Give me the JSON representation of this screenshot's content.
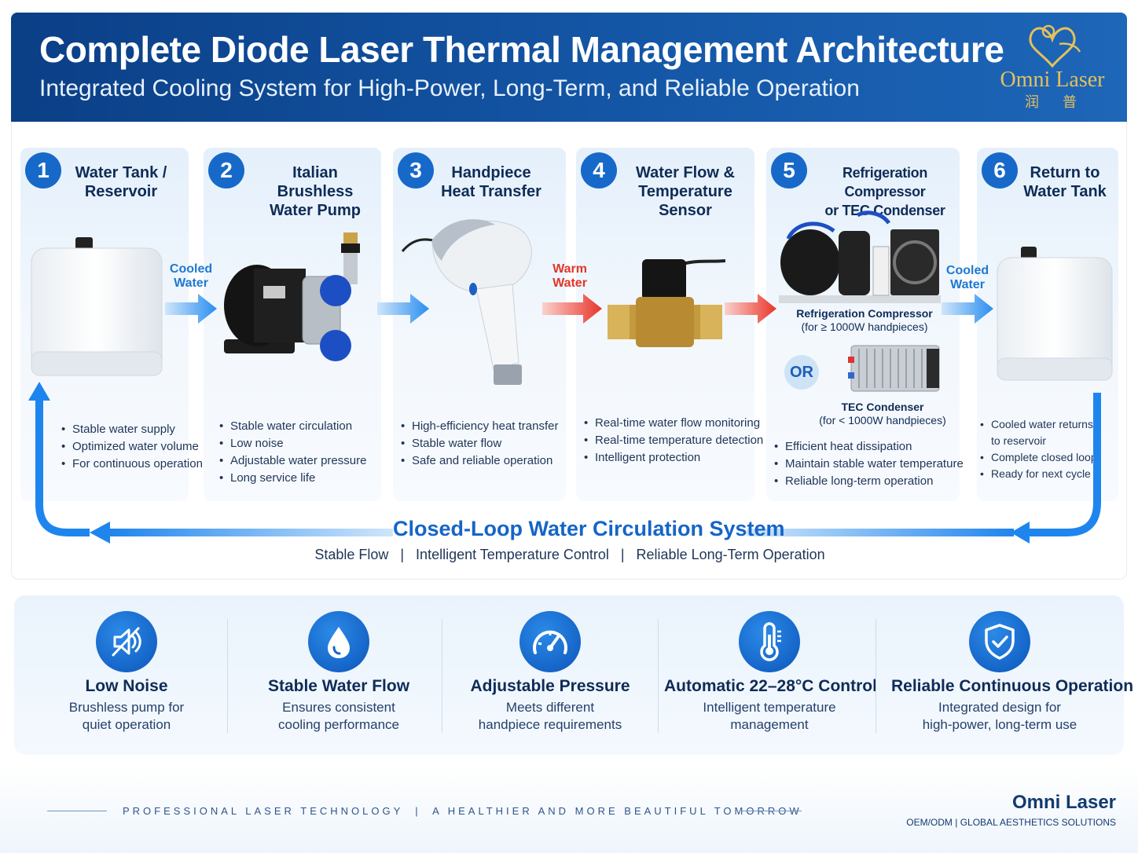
{
  "header": {
    "title": "Complete Diode Laser Thermal Management Architecture",
    "subtitle": "Integrated Cooling System for High-Power, Long-Term, and Reliable Operation",
    "brand_name": "Omni Laser",
    "brand_cn": "润普"
  },
  "steps": [
    {
      "num": "1",
      "title_l1": "Water Tank /",
      "title_l2": "Reservoir",
      "bullets": [
        "Stable water supply",
        "Optimized water volume",
        "For continuous operation"
      ]
    },
    {
      "num": "2",
      "title_l1": "Italian Brushless",
      "title_l2": "Water Pump",
      "bullets": [
        "Stable water circulation",
        "Low noise",
        "Adjustable water pressure",
        "Long service life"
      ]
    },
    {
      "num": "3",
      "title_l1": "Handpiece",
      "title_l2": "Heat Transfer",
      "bullets": [
        "High-efficiency heat transfer",
        "Stable water flow",
        "Safe and reliable operation"
      ]
    },
    {
      "num": "4",
      "title_l1": "Water Flow &",
      "title_l2": "Temperature Sensor",
      "bullets": [
        "Real-time water flow monitoring",
        "Real-time temperature detection",
        "Intelligent protection"
      ]
    },
    {
      "num": "5",
      "title_l1": "Refrigeration Compressor",
      "title_l2": "or TEC Condenser",
      "bullets": [
        "Efficient heat dissipation",
        "Maintain stable water temperature",
        "Reliable long-term operation"
      ]
    },
    {
      "num": "6",
      "title_l1": "Return to",
      "title_l2": "Water Tank",
      "bullets": [
        "Cooled water returns",
        "to reservoir",
        "Complete closed loop",
        "Ready for next cycle"
      ]
    }
  ],
  "flow_labels": {
    "cooled_1_l1": "Cooled",
    "cooled_1_l2": "Water",
    "warm_l1": "Warm",
    "warm_l2": "Water",
    "cooled_2_l1": "Cooled",
    "cooled_2_l2": "Water"
  },
  "step5_options": {
    "compressor_name": "Refrigeration Compressor",
    "compressor_note": "(for ≥ 1000W handpieces)",
    "or_label": "OR",
    "tec_name": "TEC Condenser",
    "tec_note": "(for < 1000W handpieces)"
  },
  "loop": {
    "title": "Closed-Loop Water Circulation System",
    "subtitle": "Stable Flow   |   Intelligent Temperature Control   |   Reliable Long-Term Operation"
  },
  "features": [
    {
      "icon": "speaker-muted-icon",
      "title": "Low Noise",
      "desc_l1": "Brushless pump for",
      "desc_l2": "quiet operation"
    },
    {
      "icon": "water-drop-icon",
      "title": "Stable Water Flow",
      "desc_l1": "Ensures consistent",
      "desc_l2": "cooling performance"
    },
    {
      "icon": "gauge-icon",
      "title": "Adjustable Pressure",
      "desc_l1": "Meets different",
      "desc_l2": "handpiece requirements"
    },
    {
      "icon": "thermometer-icon",
      "title": "Automatic 22–28°C Control",
      "desc_l1": "Intelligent temperature",
      "desc_l2": "management"
    },
    {
      "icon": "shield-check-icon",
      "title": "Reliable Continuous Operation",
      "desc_l1": "Integrated design for",
      "desc_l2": "high-power, long-term use"
    }
  ],
  "footer": {
    "tagline": "PROFESSIONAL LASER TECHNOLOGY  |  A HEALTHIER AND MORE BEAUTIFUL TOMORROW",
    "brand_name": "Omni Laser",
    "brand_sub": "OEM/ODM  |  GLOBAL AESTHETICS SOLUTIONS"
  },
  "colors": {
    "header_blue": "#0b3f86",
    "accent_blue": "#1769c9",
    "cool_blue": "#1f78d1",
    "warm_red": "#e0362a",
    "brand_gold": "#e4c05c"
  }
}
